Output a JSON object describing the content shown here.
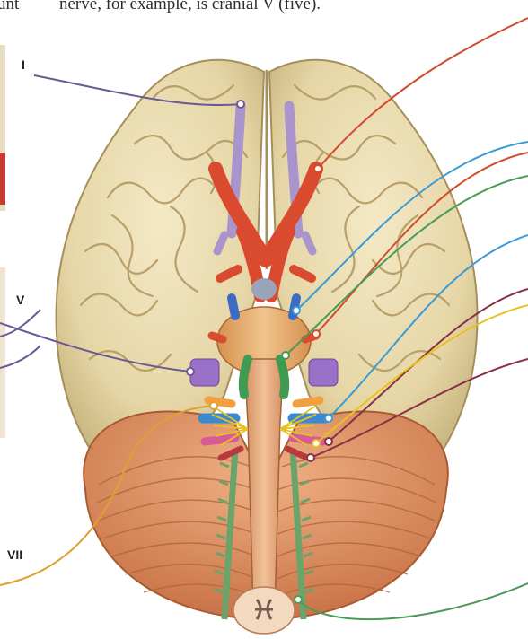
{
  "top_text": {
    "left_fragment": "unt",
    "line": "nerve, for example, is cranial V (five)."
  },
  "labels": {
    "I": "I",
    "V": "V",
    "VII": "VII"
  },
  "colors": {
    "brain": "#e8dab0",
    "cerebellum": "#dc8a5c",
    "artery": "#d94a2f",
    "olfactory": "#a995cc",
    "leader_purple": "#6b5a92",
    "leader_red": "#d24b2f",
    "leader_blue": "#3b9bd6",
    "leader_green": "#4b9a55",
    "leader_maroon": "#8a3044",
    "leader_yellow": "#e8c21e",
    "leader_orange": "#e0a030"
  }
}
